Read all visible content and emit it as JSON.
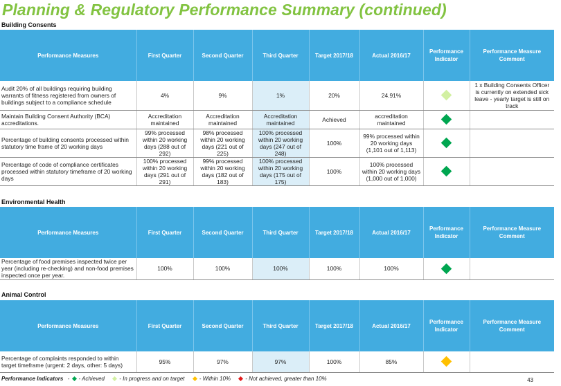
{
  "page_title": "Planning & Regulatory Performance Summary (continued)",
  "headers": {
    "measure": "Performance Measures",
    "q1": "First Quarter",
    "q2": "Second Quarter",
    "q3": "Third Quarter",
    "target": "Target 2017/18",
    "actual": "Actual 2016/17",
    "indicator": "Performance Indicator",
    "comment": "Performance Measure Comment"
  },
  "indicator_colors": {
    "achieved": "#00a650",
    "in_progress": "#d2f0a2",
    "within_10": "#ffc000",
    "not_achieved": "#e21a1a"
  },
  "sections": {
    "building": {
      "title": "Building Consents",
      "rows": [
        {
          "measure": "Audit 20% of all buildings requiring building warrants of fitness registered from owners of buildings subject to a compliance schedule",
          "q1": "4%",
          "q2": "9%",
          "q3": "1%",
          "target": "20%",
          "actual": "24.91%",
          "indicator": "in_progress",
          "comment": "1 x Building Consents Officer is currently on extended sick leave - yearly target is still on track"
        },
        {
          "measure": "Maintain Building Consent Authority (BCA) accreditations.",
          "q1": "Accreditation maintained",
          "q2": "Accreditation maintained",
          "q3": "Accreditation maintained",
          "target": "Achieved",
          "actual": "accreditation maintained",
          "indicator": "achieved",
          "comment": ""
        },
        {
          "measure": "Percentage of building consents processed within statutory time frame of 20 working days",
          "q1": "99% processed within 20 working days (288 out of 292)",
          "q2": "98% processed within 20 working days (221 out of 225)",
          "q3": "100% processed within 20 working days (247 out of 248)",
          "target": "100%",
          "actual": "99% processed within 20 working days (1,101 out of 1,113)",
          "indicator": "achieved",
          "comment": ""
        },
        {
          "measure": "Percentage of code of compliance certificates processed within statutory timeframe of 20 working days",
          "q1": "100% processed within 20 working days (291 out of 291)",
          "q2": "99% processed within 20 working days (182 out of 183)",
          "q3": "100% processed within 20 working days (175 out of 175)",
          "target": "100%",
          "actual": "100% processed within 20 working days (1,000 out of 1,000)",
          "indicator": "achieved",
          "comment": ""
        }
      ]
    },
    "environmental": {
      "title": "Environmental Health",
      "rows": [
        {
          "measure": "Percentage of food premises inspected twice per year (including re-checking) and non-food premises inspected once per year.",
          "q1": "100%",
          "q2": "100%",
          "q3": "100%",
          "target": "100%",
          "actual": "100%",
          "indicator": "achieved",
          "comment": ""
        }
      ]
    },
    "animal": {
      "title": "Animal Control",
      "rows": [
        {
          "measure": "Percentage of complaints responded to within target timeframe (urgent: 2 days, other: 5 days)",
          "q1": "95%",
          "q2": "97%",
          "q3": "97%",
          "target": "100%",
          "actual": "85%",
          "indicator": "within_10",
          "comment": ""
        }
      ]
    }
  },
  "legend": {
    "label": "Performance Indicators",
    "items": [
      {
        "key": "achieved",
        "text": "- Achieved"
      },
      {
        "key": "in_progress",
        "text": "- In progress and on target"
      },
      {
        "key": "within_10",
        "text": "- Within 10%"
      },
      {
        "key": "not_achieved",
        "text": "- Not achieved, greater than 10%"
      }
    ]
  },
  "page_number": "43"
}
